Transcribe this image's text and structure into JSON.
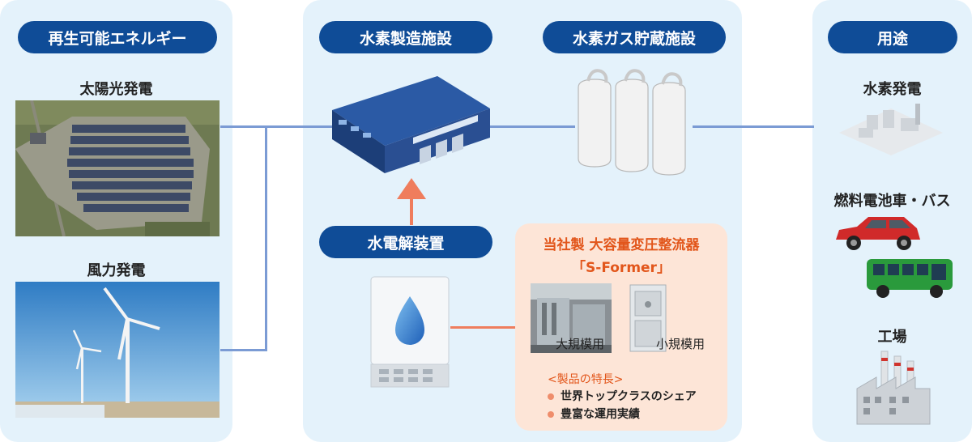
{
  "renewable": {
    "header": "再生可能エネルギー",
    "solar_label": "太陽光発電",
    "wind_label": "風力発電"
  },
  "center": {
    "manufacturing_header": "水素製造施設",
    "storage_header": "水素ガス貯蔵施設",
    "electrolyzer_header": "水電解装置",
    "sformer": {
      "title_line1": "当社製 大容量変圧整流器",
      "title_line2": "「S-Former」",
      "large_label": "大規模用",
      "small_label": "小規模用",
      "features_title": "<製品の特長>",
      "features": [
        "世界トップクラスのシェア",
        "豊富な運用実績"
      ]
    }
  },
  "uses": {
    "header": "用途",
    "items": [
      "水素発電",
      "燃料電池車・バス",
      "工場"
    ]
  },
  "colors": {
    "panel_bg": "#e4f2fb",
    "pill_bg": "#0f4c97",
    "connector_blue": "#7b9bd4",
    "connector_orange": "#ef7d5d",
    "sformer_bg": "#fde5d7",
    "sformer_title": "#e2561b"
  }
}
